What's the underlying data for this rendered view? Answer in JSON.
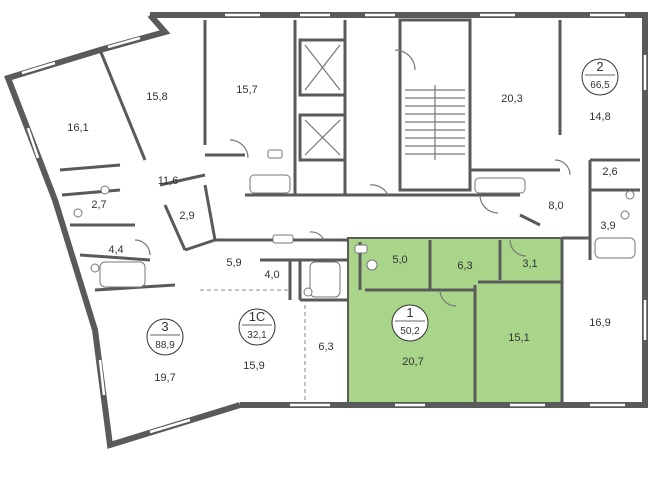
{
  "accent_color": "#a8d58a",
  "apartments": [
    {
      "id": "ap3",
      "number": "3",
      "total": "88,9"
    },
    {
      "id": "ap1c",
      "number": "1С",
      "total": "32,1"
    },
    {
      "id": "ap1",
      "number": "1",
      "total": "50,2"
    },
    {
      "id": "ap2",
      "number": "2",
      "total": "66,5"
    }
  ],
  "rooms": {
    "r161": "16,1",
    "r158": "15,8",
    "r157": "15,7",
    "r203": "20,3",
    "r148": "14,8",
    "r116": "11,6",
    "r27a": "2,7",
    "r44": "4,4",
    "r29": "2,9",
    "r26": "2,6",
    "r80": "8,0",
    "r39": "3,9",
    "r59": "5,9",
    "r40": "4,0",
    "r50": "5,0",
    "r63a": "6,3",
    "r31": "3,1",
    "r197": "19,7",
    "r159": "15,9",
    "r63b": "6,3",
    "r207": "20,7",
    "r151": "15,1",
    "r169": "16,9"
  }
}
